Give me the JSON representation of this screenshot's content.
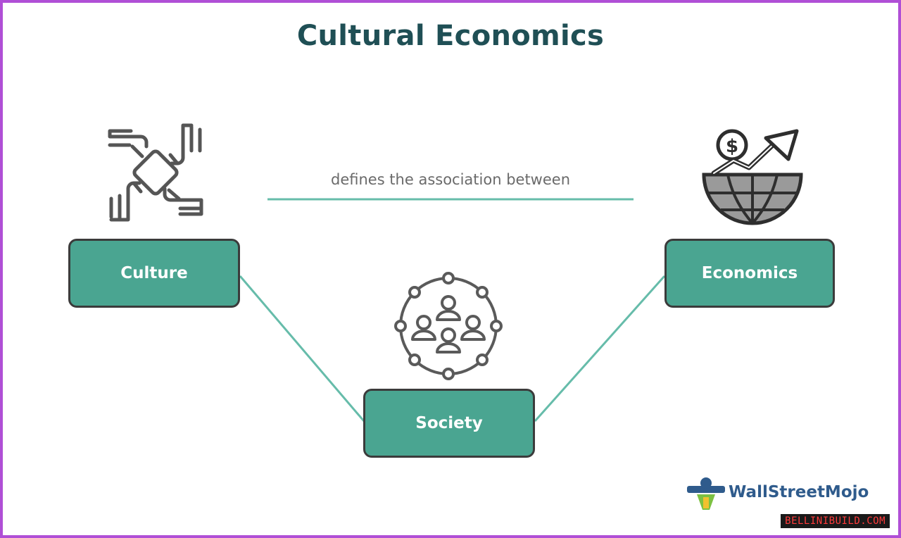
{
  "title": "Cultural Economics",
  "relation_label": "defines the association between",
  "nodes": {
    "culture": "Culture",
    "economics": "Economics",
    "society": "Society"
  },
  "icons": {
    "culture": "hands-unity-icon",
    "economics": "globe-dollar-growth-icon",
    "society": "people-network-icon"
  },
  "brand": {
    "name": "WallStreetMojo",
    "text_color": "#2f5b8c"
  },
  "watermark": "BELLINIBUILD.COM",
  "colors": {
    "box_fill": "#4aa591",
    "connector": "#66bcaa",
    "title": "#1f4f55",
    "frame_border": "#b04fd6"
  }
}
